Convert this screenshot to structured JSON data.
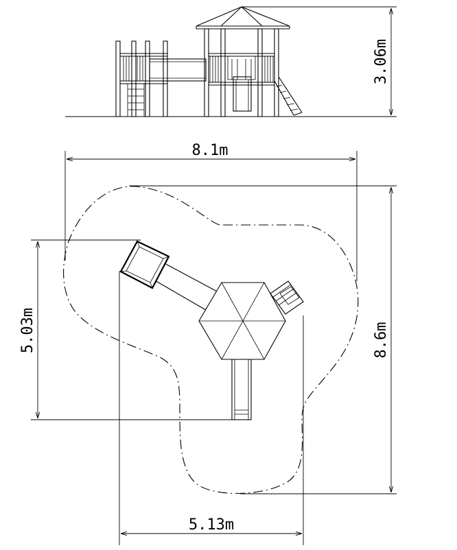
{
  "dimensions": {
    "elevation_height": "3.06m",
    "plan_width": "8.1m",
    "plan_depth": "8.6m",
    "plan_left_extent": "5.03m",
    "plan_bottom_extent": "5.13m"
  }
}
